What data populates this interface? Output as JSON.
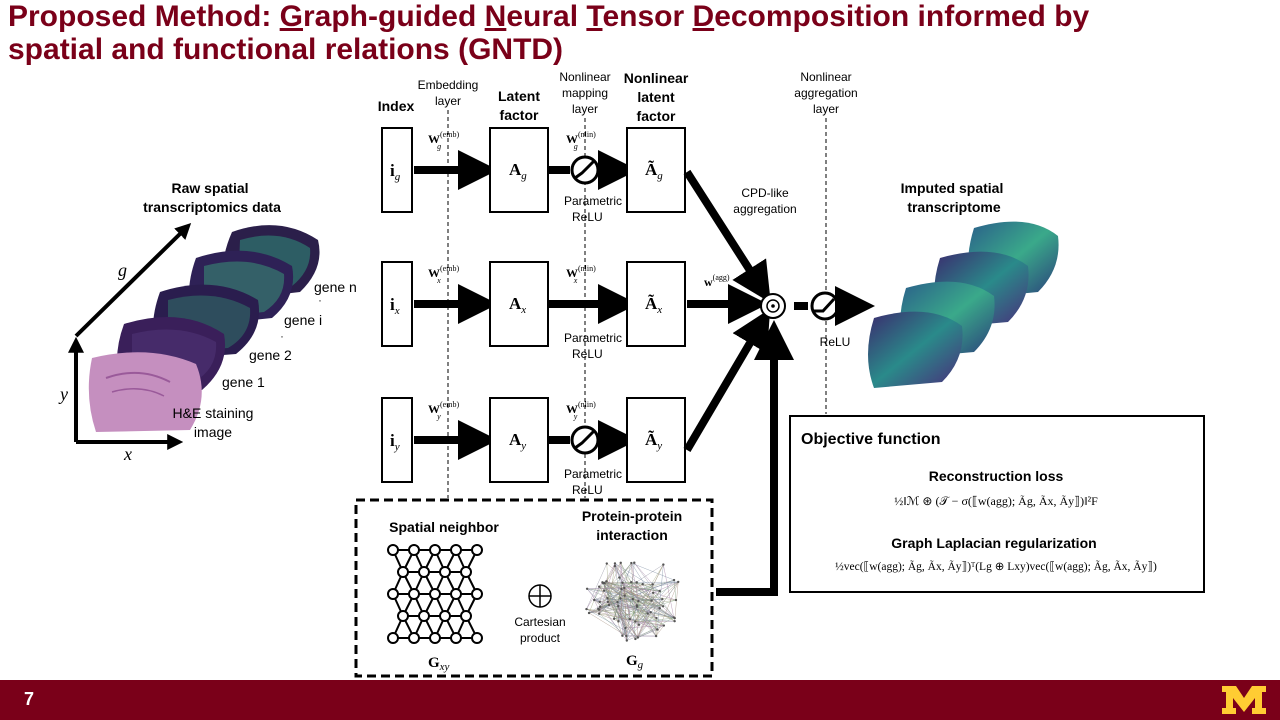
{
  "title": {
    "p1": "Proposed Method: ",
    "g": "G",
    "g_rest": "raph-guided ",
    "n": "N",
    "n_rest": "eural ",
    "t": "T",
    "t_rest": "ensor ",
    "d": "D",
    "d_rest": "ecomposition informed by",
    "line2": "spatial and functional relations (GNTD)"
  },
  "raw_data": {
    "heading1": "Raw spatial",
    "heading2": "transcriptomics data",
    "axis_g": "g",
    "axis_y": "y",
    "axis_x": "x",
    "gene_n": "gene n",
    "gene_i": "gene i",
    "gene_2": "gene 2",
    "gene_1": "gene 1",
    "he1": "H&E staining",
    "he2": "image"
  },
  "columns": {
    "embedding1": "Embedding",
    "embedding2": "layer",
    "index": "Index",
    "latent1": "Latent",
    "latent2": "factor",
    "mapping1": "Nonlinear",
    "mapping2": "mapping",
    "mapping3": "layer",
    "nllatent1": "Nonlinear",
    "nllatent2": "latent",
    "nllatent3": "factor",
    "agg1": "Nonlinear",
    "agg2": "aggregation",
    "agg3": "layer"
  },
  "rows": [
    {
      "index": "i",
      "index_sub": "g",
      "w": "W",
      "w_sub": "g",
      "latent": "A",
      "latent_sub": "g",
      "wn_sub": "g",
      "nl": "Ã",
      "nl_sub": "g",
      "relu1": "Parametric",
      "relu2": "ReLU"
    },
    {
      "index": "i",
      "index_sub": "x",
      "w": "W",
      "w_sub": "x",
      "latent": "A",
      "latent_sub": "x",
      "wn_sub": "x",
      "nl": "Ã",
      "nl_sub": "x",
      "relu1": "Parametric",
      "relu2": "ReLU"
    },
    {
      "index": "i",
      "index_sub": "y",
      "w": "W",
      "w_sub": "y",
      "latent": "A",
      "latent_sub": "y",
      "wn_sub": "y",
      "nl": "Ã",
      "nl_sub": "y",
      "relu1": "Parametric",
      "relu2": "ReLU"
    }
  ],
  "sup_emb": "(emb)",
  "sup_nlin": "(nlin)",
  "cpd1": "CPD-like",
  "cpd2": "aggregation",
  "w_agg": "w",
  "w_agg_sup": "(agg)",
  "relu": "ReLU",
  "imputed1": "Imputed spatial",
  "imputed2": "transcriptome",
  "graphs": {
    "spatial": "Spatial neighbor",
    "ppi1": "Protein-protein",
    "ppi2": "interaction",
    "cart1": "Cartesian",
    "cart2": "product",
    "gxy": "G",
    "gxy_sub": "xy",
    "gg": "G",
    "gg_sub": "g"
  },
  "objective": {
    "heading": "Objective function",
    "recon": "Reconstruction loss",
    "recon_formula": "½‖ℳ ⊛ (𝒯 − σ(⟦w(agg); Ãg, Ãx, Ãy⟧)‖²F",
    "graph": "Graph Laplacian regularization",
    "graph_formula": "½vec(⟦w(agg); Ãg, Ãx, Ãy⟧)ᵀ(Lg ⊕ Lxy)vec(⟦w(agg); Ãg, Ãx, Ãy⟧)"
  },
  "page_number": "7",
  "colors": {
    "brand": "#7a0019",
    "gold": "#ffcc33"
  }
}
